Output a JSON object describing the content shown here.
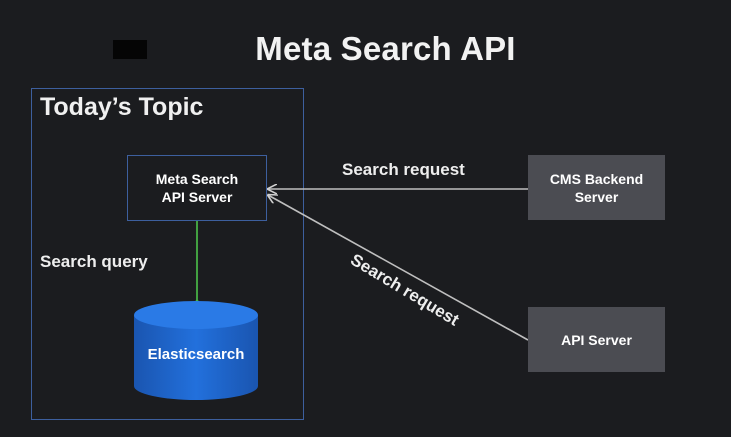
{
  "slide": {
    "title": "Meta Search API"
  },
  "topic": {
    "title": "Today’s Topic"
  },
  "nodes": {
    "meta_search_server": {
      "line1": "Meta Search",
      "line2": "API Server"
    },
    "elasticsearch": {
      "label": "Elasticsearch"
    },
    "cms_backend_server": {
      "line1": "CMS Backend",
      "line2": "Server"
    },
    "api_server": {
      "label": "API Server"
    }
  },
  "edges": {
    "search_query": "Search query",
    "cms_search_request": "Search request",
    "api_search_request": "Search request"
  },
  "colors": {
    "background": "#1b1c1f",
    "frame_border": "#3d5f9e",
    "server_box_fill": "#4b4c52",
    "query_line": "#4cc24a",
    "request_arrow": "#bfbfbf",
    "database_fill": "#1f63c9"
  }
}
